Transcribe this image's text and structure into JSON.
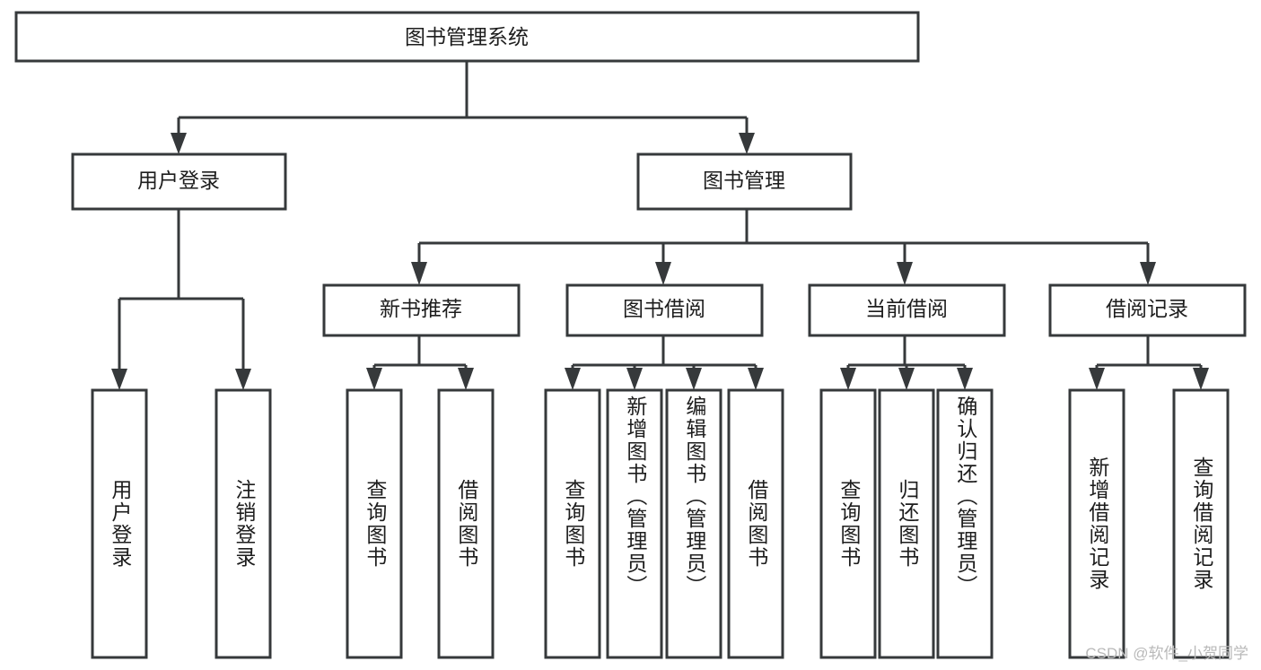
{
  "diagram": {
    "title": "图书管理系统",
    "type": "tree-hierarchy-chart",
    "watermark": "CSDN @软件_小贺同学",
    "colors": {
      "box_stroke": "#36393b",
      "box_fill": "#ffffff",
      "text": "#1d1d1d",
      "connector": "#36393b",
      "background": "#ffffff",
      "watermark": "#b9b9b9"
    },
    "root": {
      "id": "root",
      "label": "图书管理系统"
    },
    "level2": [
      {
        "id": "user-login",
        "label": "用户登录"
      },
      {
        "id": "book-manage",
        "label": "图书管理"
      }
    ],
    "level3": [
      {
        "id": "new-book-recommend",
        "label": "新书推荐"
      },
      {
        "id": "book-borrow",
        "label": "图书借阅"
      },
      {
        "id": "current-borrow",
        "label": "当前借阅"
      },
      {
        "id": "borrow-record",
        "label": "借阅记录"
      }
    ],
    "leaves": [
      {
        "id": "leaf-user-login",
        "label": "用户登录",
        "parent": "user-login"
      },
      {
        "id": "leaf-logout-login",
        "label": "注销登录",
        "parent": "user-login"
      },
      {
        "id": "leaf-query-book-1",
        "label": "查询图书",
        "parent": "new-book-recommend"
      },
      {
        "id": "leaf-borrow-book-1",
        "label": "借阅图书",
        "parent": "new-book-recommend"
      },
      {
        "id": "leaf-query-book-2",
        "label": "查询图书",
        "parent": "book-borrow"
      },
      {
        "id": "leaf-add-book",
        "label": "新增图书（管理员）",
        "parent": "book-borrow"
      },
      {
        "id": "leaf-edit-book",
        "label": "编辑图书（管理员）",
        "parent": "book-borrow"
      },
      {
        "id": "leaf-borrow-book-2",
        "label": "借阅图书",
        "parent": "book-borrow"
      },
      {
        "id": "leaf-query-book-3",
        "label": "查询图书",
        "parent": "current-borrow"
      },
      {
        "id": "leaf-return-book",
        "label": "归还图书",
        "parent": "current-borrow"
      },
      {
        "id": "leaf-confirm-return",
        "label": "确认归还（管理员）",
        "parent": "current-borrow"
      },
      {
        "id": "leaf-add-record",
        "label": "新增借阅记录",
        "parent": "borrow-record"
      },
      {
        "id": "leaf-query-record",
        "label": "查询借阅记录",
        "parent": "borrow-record"
      }
    ]
  }
}
